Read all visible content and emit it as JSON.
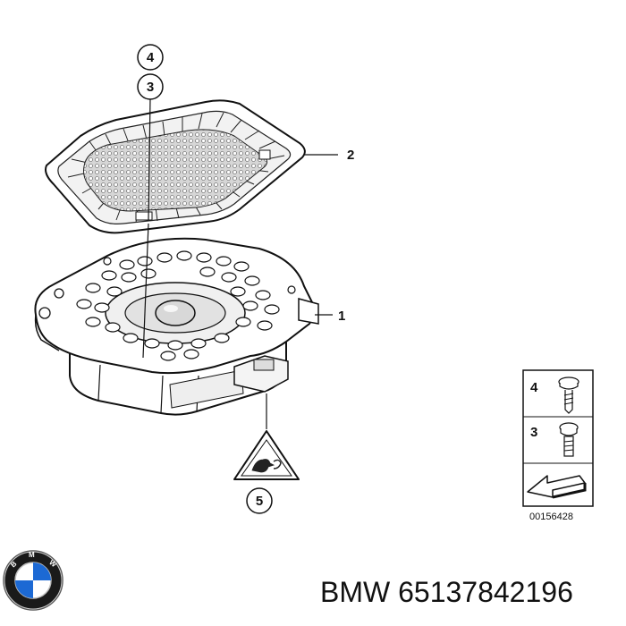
{
  "callouts": {
    "c4_top": "4",
    "c3_top": "3",
    "c2": "2",
    "c1": "1",
    "c5": "5"
  },
  "inset": {
    "label_4": "4",
    "label_3": "3",
    "ref_number": "00156428"
  },
  "brand": {
    "name": "BMW",
    "part_number": "65137842196",
    "logo_icon": "bmw-roundel-icon"
  },
  "colors": {
    "line": "#111111",
    "grille_fill": "#cfcfcf",
    "body_fill": "#ffffff",
    "logo_blue": "#1c69d4"
  }
}
